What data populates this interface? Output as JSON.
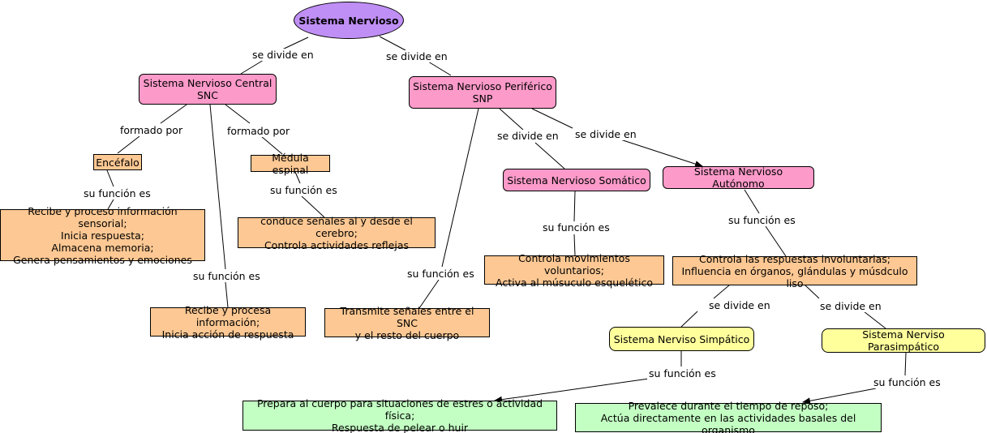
{
  "nodes": {
    "root": "Sistema Nervioso",
    "snc": "Sistema Nervioso Central\nSNC",
    "snp": "Sistema Nervioso Periférico\nSNP",
    "encefalo": "Encéfalo",
    "medula": "Médula espinal",
    "somatico": "Sistema Nervioso Somático",
    "autonomo": "Sistema Nervioso Autónomo",
    "encefalo_func": "Recibe y proceso información sensorial;\nInicia respuesta;\nAlmacena memoria;\nGenera pensamientos y emociones",
    "medula_func": "conduce señales al y desde el cerebro;\nControla actividades reflejas",
    "snc_func": "Recibe y procesa información;\nInicia acción de respuesta",
    "snp_func": "Transmite señales entre el SNC\ny el resto del cuerpo",
    "somatico_func": "Controla movimientos voluntarios;\nActiva al músuculo esquelético",
    "autonomo_func": "Controla las respuestas involuntarias;\nInfluencia en órganos, glándulas y músdculo liso",
    "simpatico": "Sistema Nerviso Simpático",
    "parasimpatico": "Sistema Nerviso Parasimpático",
    "simpatico_func": "Prepara al cuerpo para situaciones de estres o actividad física;\nRespuesta de pelear o huir",
    "parasimpatico_func": "Prevalece durante el tiempo de reposo;\nActúa directamente en las actividades basales del organismo"
  },
  "links": {
    "divide_1": "se divide en",
    "divide_2": "se divide en",
    "formado_1": "formado por",
    "formado_2": "formado por",
    "funcion_encefalo": "su función es",
    "funcion_medula": "su función es",
    "funcion_snc": "su función es",
    "divide_3": "se divide en",
    "divide_4": "se divide en",
    "funcion_somatico": "su función es",
    "funcion_autonomo": "su función es",
    "funcion_snp": "su función es",
    "divide_5": "se divide en",
    "divide_6": "se divide en",
    "funcion_simpatico": "su función es",
    "funcion_parasimpatico": "su función es"
  },
  "colors": {
    "root": "#c08ff5",
    "system": "#fc9ac9",
    "function": "#fdc893",
    "subsystem": "#ffff9c",
    "subfunction": "#c3ffc3"
  }
}
